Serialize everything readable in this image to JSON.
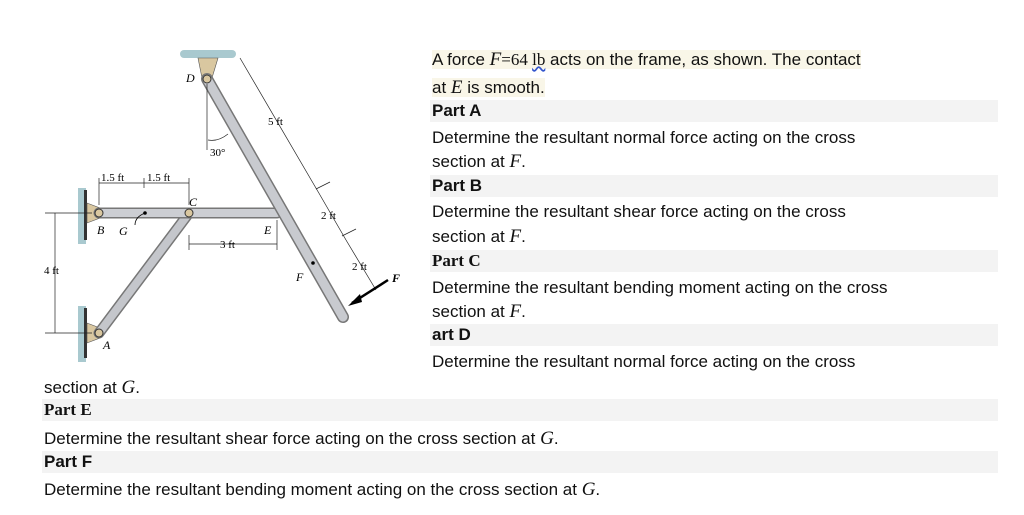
{
  "intro": {
    "pre": "A force ",
    "var_f": "F",
    "eq": "=64 ",
    "unit": "lb",
    "post": " acts on the frame, as shown. The contact",
    "line2_pre": "at ",
    "var_e": "E",
    "line2_post": " is smooth."
  },
  "parts": [
    {
      "label": "Part A",
      "text1": "Determine the resultant normal force acting on the cross",
      "text2": "section at ",
      "var": "F",
      "end": "."
    },
    {
      "label": "Part B",
      "text1": "Determine the resultant shear force acting on the cross",
      "text2": "section at ",
      "var": "F",
      "end": "."
    },
    {
      "label": "Part C",
      "text1": "Determine the resultant bending moment acting on the cross",
      "text2": "section at ",
      "var": "F",
      "end": "."
    },
    {
      "label": "art D",
      "text1": "Determine the resultant normal force acting on the cross",
      "text2": "section at ",
      "var": "G",
      "end": "."
    },
    {
      "label": "Part E",
      "text1": "Determine the resultant shear force acting on the cross section at ",
      "var": "G",
      "end": "."
    },
    {
      "label": "Part F",
      "text1": "Determine the resultant bending moment acting on the cross section at ",
      "var": "G",
      "end": "."
    }
  ],
  "diagram": {
    "labels": {
      "D": "D",
      "B": "B",
      "G": "G",
      "C": "C",
      "E": "E",
      "A": "A",
      "F_point": "F",
      "F_force": "F"
    },
    "dims": {
      "d5": "5 ft",
      "d2a": "2 ft",
      "d2b": "2 ft",
      "d15a": "1.5 ft",
      "d15b": "1.5 ft",
      "d3": "3 ft",
      "d4": "4 ft",
      "angle": "30°"
    }
  }
}
